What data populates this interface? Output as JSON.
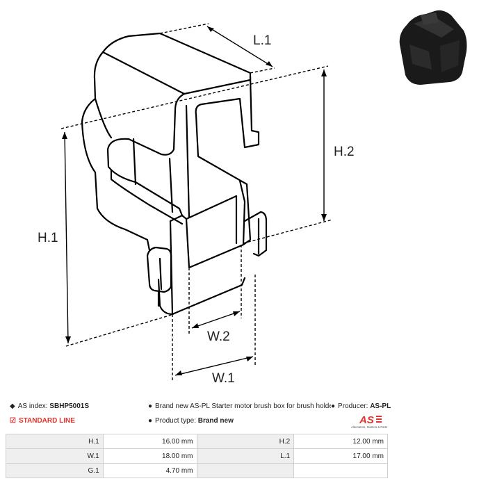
{
  "drawing": {
    "labels": {
      "l1": "L.1",
      "h2": "H.2",
      "h1": "H.1",
      "w2": "W.2",
      "w1": "W.1"
    }
  },
  "photo": {
    "icon": "product-photo"
  },
  "info": {
    "index_label": "AS index:",
    "index_value": "SBHP5001S",
    "description": "Brand new AS-PL Starter motor brush box for brush holde",
    "producer_label": "Producer:",
    "producer_value": "AS-PL",
    "standard_line": "STANDARD LINE",
    "product_type_label": "Product type:",
    "product_type_value": "Brand new"
  },
  "logo": {
    "mark": "AS",
    "tagline": "Alternators, Starters & Parts",
    "color": "#e3342f"
  },
  "specs": {
    "rows": [
      {
        "l1": "H.1",
        "v1": "16.00 mm",
        "l2": "H.2",
        "v2": "12.00 mm"
      },
      {
        "l1": "W.1",
        "v1": "18.00 mm",
        "l2": "L.1",
        "v2": "17.00 mm"
      },
      {
        "l1": "G.1",
        "v1": "4.70 mm",
        "l2": "",
        "v2": ""
      }
    ]
  }
}
